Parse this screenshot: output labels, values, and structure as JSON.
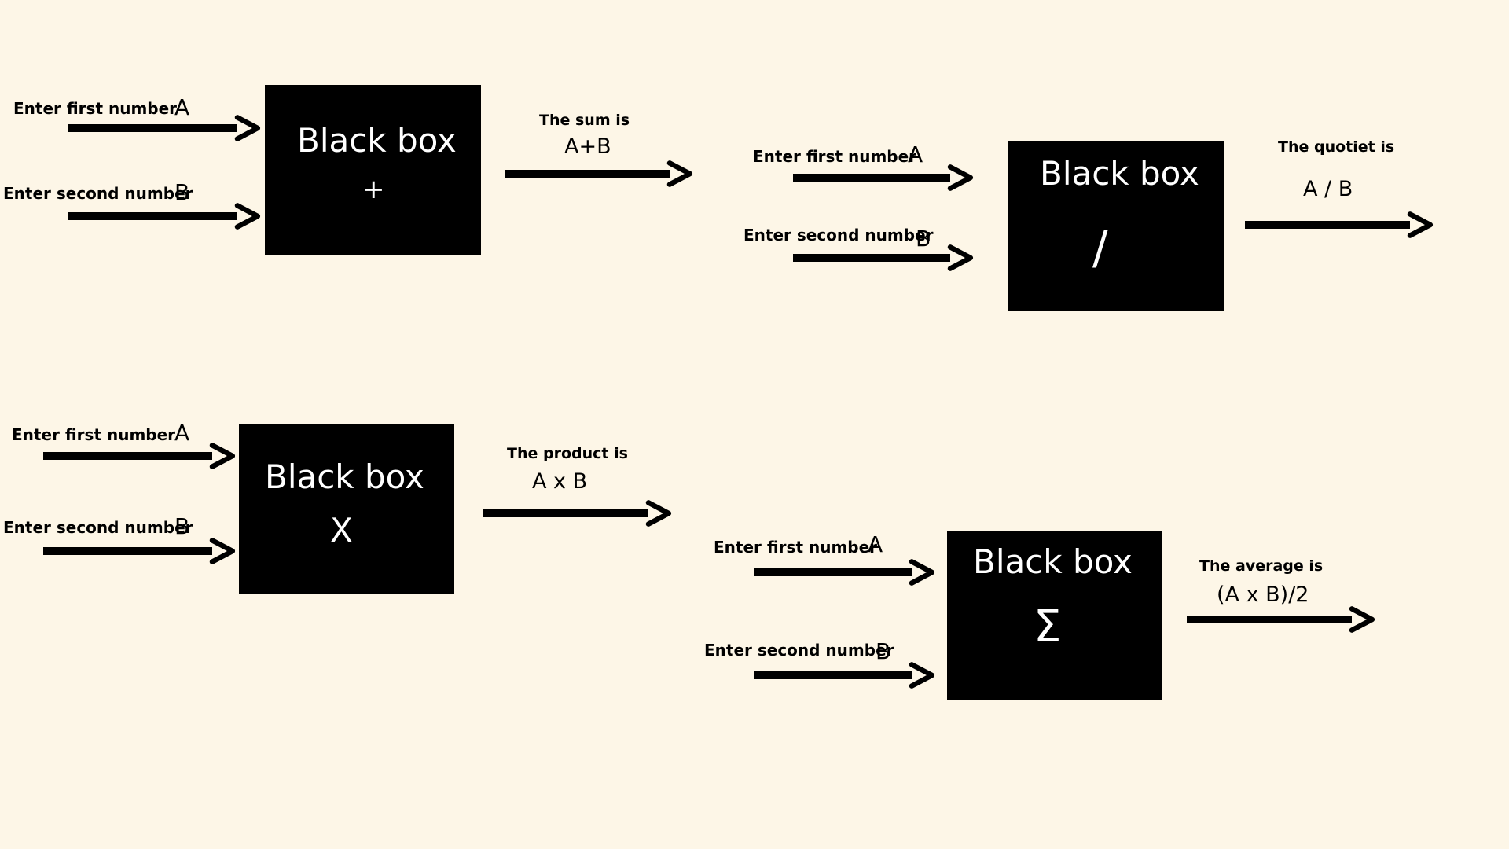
{
  "colors": {
    "background": "#fdf6e7",
    "box": "#000000",
    "box_text": "#ffffff",
    "arrow": "#000000"
  },
  "diagrams": [
    {
      "input_a_label": "Enter first number",
      "input_a_var": "A",
      "input_b_label": "Enter second number",
      "input_b_var": "B",
      "box_title": "Black box",
      "box_symbol": "+",
      "output_title": "The sum is",
      "output_expr": "A+B"
    },
    {
      "input_a_label": "Enter first number",
      "input_a_var": "A",
      "input_b_label": "Enter second number",
      "input_b_var": "B",
      "box_title": "Black box",
      "box_symbol": "/",
      "output_title": "The quotiet is",
      "output_expr": "A / B"
    },
    {
      "input_a_label": "Enter first number",
      "input_a_var": "A",
      "input_b_label": "Enter second number",
      "input_b_var": "B",
      "box_title": "Black box",
      "box_symbol": "X",
      "output_title": "The product is",
      "output_expr": "A x B"
    },
    {
      "input_a_label": "Enter first number",
      "input_a_var": "A",
      "input_b_label": "Enter second number",
      "input_b_var": "B",
      "box_title": "Black box",
      "box_symbol": "Σ",
      "output_title": "The average is",
      "output_expr": "(A x B)/2"
    }
  ]
}
